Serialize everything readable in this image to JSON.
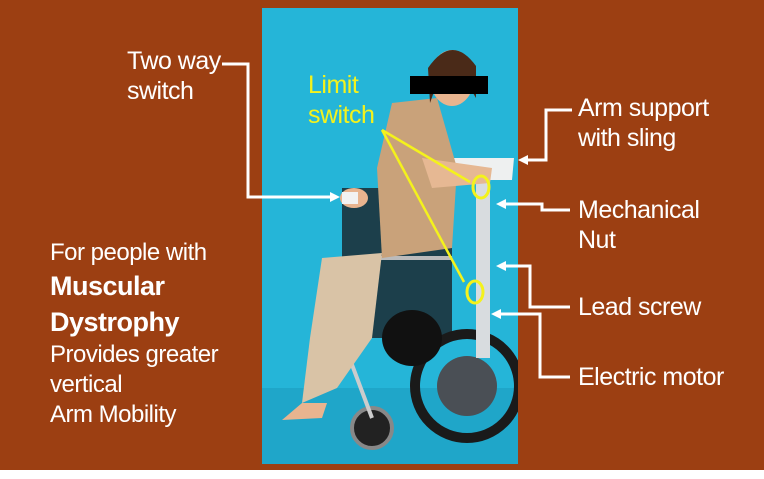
{
  "labels": {
    "two_way_switch": [
      "Two way",
      "switch"
    ],
    "limit_switch": [
      "Limit",
      "switch"
    ],
    "arm_support": [
      "Arm support",
      "with sling"
    ],
    "mechanical_nut": [
      "Mechanical",
      "Nut"
    ],
    "lead_screw": "Lead screw",
    "electric_motor": "Electric motor"
  },
  "description": {
    "line1": "For people with",
    "line2": "Muscular",
    "line3": "Dystrophy",
    "line4": "Provides greater",
    "line5": "vertical",
    "line6": "Arm Mobility"
  },
  "colors": {
    "background": "#9c3f12",
    "photo_background": "#25b5d8",
    "label_text": "#ffffff",
    "limit_switch_text": "#f4f21c",
    "leader_lines": "#ffffff",
    "highlight_circles": "#f4f21c"
  }
}
